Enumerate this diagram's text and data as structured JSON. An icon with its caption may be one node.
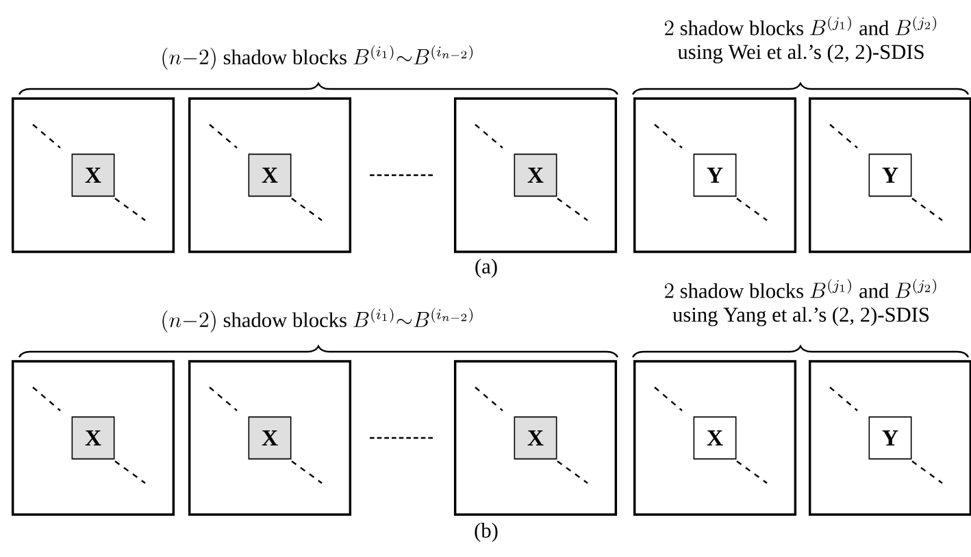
{
  "diagram": {
    "nodes": [
      {
        "text": [],
        "shape": "box"
      },
      {
        "text": [
          "X"
        ],
        "in": 0
      },
      {
        "text": [],
        "shape": "box"
      },
      {
        "text": [
          "X"
        ],
        "in": 2
      },
      {
        "text": [],
        "shape": "box"
      },
      {
        "text": [
          "X"
        ],
        "in": 4
      },
      {
        "text": [],
        "shape": "box"
      },
      {
        "text": [
          "Y"
        ],
        "in": 6
      },
      {
        "text": [],
        "shape": "box"
      },
      {
        "text": [
          "Y"
        ],
        "in": 8
      },
      {
        "text": [],
        "shape": "box"
      },
      {
        "text": [
          "X"
        ],
        "in": 10
      },
      {
        "text": [],
        "shape": "box"
      },
      {
        "text": [
          "X"
        ],
        "in": 12
      },
      {
        "text": [],
        "shape": "box"
      },
      {
        "text": [
          "X"
        ],
        "in": 14
      },
      {
        "text": [],
        "shape": "box"
      },
      {
        "text": [
          "X"
        ],
        "in": 16
      },
      {
        "text": [],
        "shape": "box"
      },
      {
        "text": [
          "Y"
        ],
        "in": 18
      }
    ],
    "labels": [
      "(n{-}2)\\ \\mbox{shadow blocks}\\ B^{(i_1)}{\\sim}B^{(i_{n-2})}",
      "\\begin{array}{c}2\\ \\mbox{shadow blocks}\\ B^{(j_1)}\\ \\mbox{and}\\ B^{(j_2)}\\\\ \\mbox{using Wei et al.'s (2, 2)-SDIS}\\end{array}",
      "(a)",
      "(n{-}2)\\ \\mbox{shadow blocks}\\ B^{(i_1)}{\\sim}B^{(i_{n-2})}",
      "\\begin{array}{c}2\\ \\mbox{shadow blocks}\\ B^{(j_1)}\\ \\mbox{and}\\ B^{(j_2)}\\\\ \\mbox{using Yang et al.'s (2, 2)-SDIS}\\end{array}",
      "(b)"
    ]
  }
}
